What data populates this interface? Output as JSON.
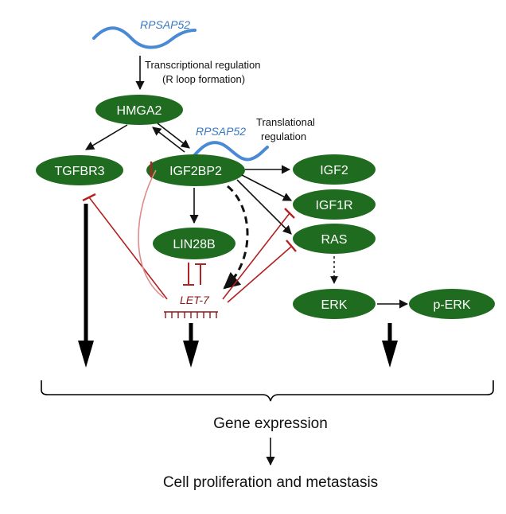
{
  "colors": {
    "node": "#1f6b1f",
    "inhibit": "#b22222",
    "lncrna": "#4a8ad4",
    "lncrna_label": "#3a78c2"
  },
  "lncrna": {
    "name_top": "RPSAP52",
    "name_mid": "RPSAP52"
  },
  "annotations": {
    "transcriptional_line1": "Transcriptional regulation",
    "transcriptional_line2": "(R loop formation)",
    "translational_line1": "Translational",
    "translational_line2": "regulation"
  },
  "nodes": {
    "hmga2": "HMGA2",
    "tgfbr3": "TGFBR3",
    "igf2bp2": "IGF2BP2",
    "igf2": "IGF2",
    "igf1r": "IGF1R",
    "ras": "RAS",
    "lin28b": "LIN28B",
    "erk": "ERK",
    "perk": "p-ERK"
  },
  "mirna": "LET-7",
  "outcomes": {
    "gene_expression": "Gene expression",
    "final": "Cell proliferation and metastasis"
  }
}
